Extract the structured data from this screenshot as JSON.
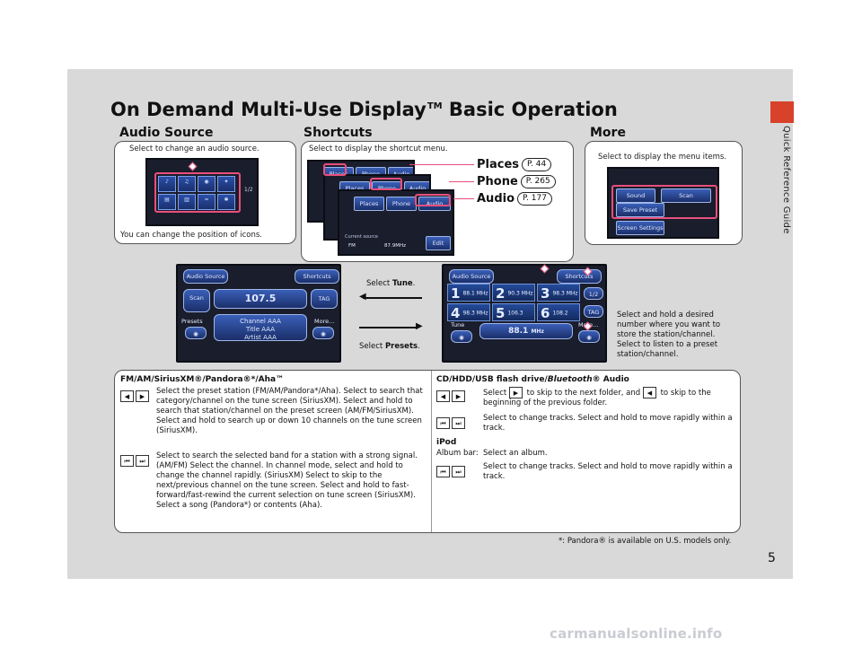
{
  "page_number": "5",
  "side_tab": "Quick Reference Guide",
  "title": {
    "main": "On Demand Multi-Use Display",
    "sup": "TM",
    "tail": " Basic Operation"
  },
  "sections": {
    "audio_source": "Audio Source",
    "shortcuts": "Shortcuts",
    "more": "More"
  },
  "captions": {
    "audio_select": "Select to change an audio source.",
    "audio_position": "You can change the position of icons.",
    "shortcut_select": "Select to display the shortcut menu.",
    "more_select": "Select to display the menu items."
  },
  "shortcut_refs": [
    {
      "label": "Places",
      "ref": "P. 44"
    },
    {
      "label": "Phone",
      "ref": "P. 265"
    },
    {
      "label": "Audio",
      "ref": "P. 177"
    }
  ],
  "screens": {
    "audio_source_btn": "Audio Source",
    "shortcuts_btn": "Shortcuts",
    "scan": "Scan",
    "tag": "TAG",
    "presets": "Presets",
    "more": "More...",
    "tune": "Tune",
    "freq_left": "107.5",
    "channel": "Channel AAA",
    "title_line": "Title AAA",
    "artist_line": "Artist AAA",
    "freq_right": "88.1",
    "mhz": "MHz",
    "page": "1/2",
    "places": "Places",
    "phone": "Phone",
    "audio": "Audio",
    "sound": "Sound",
    "scan_more": "Scan",
    "save_preset": "Save Preset",
    "screen_settings": "Screen Settings",
    "edit": "Edit",
    "current_source": "Current source",
    "fm": "FM",
    "fm_freq": "87.9MHz",
    "presets_list": [
      {
        "n": "1",
        "f": "88.1 MHz"
      },
      {
        "n": "2",
        "f": "90.3 MHz"
      },
      {
        "n": "3",
        "f": "98.3 MHz"
      },
      {
        "n": "4",
        "f": "98.3 MHz"
      },
      {
        "n": "5",
        "f": "106.3 MHz"
      },
      {
        "n": "6",
        "f": "108.2 MHz"
      }
    ]
  },
  "select_tune": "Select Tune.",
  "select_tune_pre": "Select ",
  "select_tune_bold": "Tune",
  "select_presets_pre": "Select ",
  "select_presets_bold": "Presets",
  "right_note": "Select and hold a desired number where you want to store the station/channel. Select to listen to a preset station/channel.",
  "fm_block": {
    "heading": "FM/AM/SiriusXM®/Pandora®*/Aha™",
    "arrows_text": "Select the preset station (FM/AM/Pandora*/Aha). Select to search that category/channel on the tune screen (SiriusXM). Select and hold to search that station/channel on the preset screen (AM/FM/SiriusXM). Select and hold to search up or down 10 channels on the tune screen (SiriusXM).",
    "skip_text": "Select to search the selected band for a station with a strong signal. (AM/FM) Select the channel. In channel mode, select and hold to change the channel rapidly. (SiriusXM) Select to skip to the next/previous channel on the tune screen. Select and hold to fast-forward/fast-rewind the current selection on tune screen (SiriusXM). Select a song (Pandora*) or contents (Aha)."
  },
  "cd_block": {
    "heading_pre": "CD/HDD/USB flash drive/",
    "heading_italic": "Bluetooth",
    "heading_post": "® Audio",
    "arrows_text_a": "Select",
    "arrows_text_b": "to skip to the next folder, and",
    "arrows_text_c": "to skip to the beginning of the previous folder.",
    "skip_text": "Select to change tracks. Select and hold to move rapidly within a track.",
    "ipod": "iPod",
    "album_bar": "Album bar:",
    "album_text": "Select an album.",
    "ipod_skip_text": "Select to change tracks. Select and hold to move rapidly within a track."
  },
  "footnote": "*:  Pandora® is available on U.S. models only.",
  "watermark": "carmanualsonline.info"
}
